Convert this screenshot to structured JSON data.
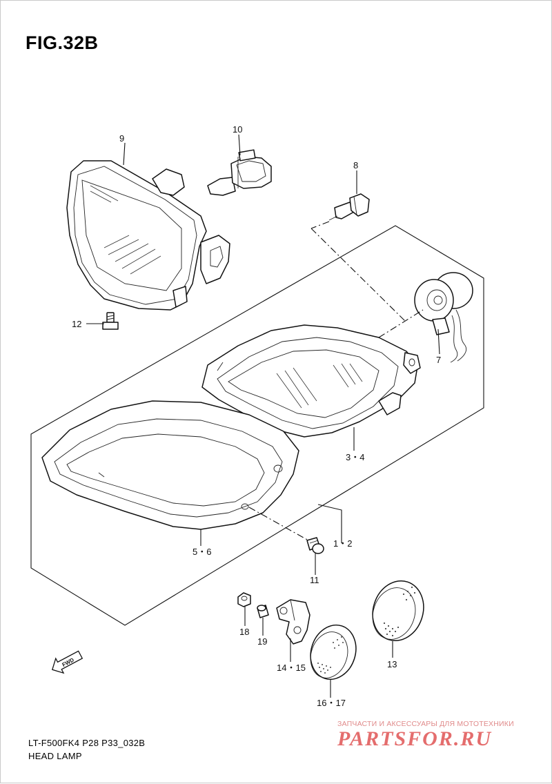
{
  "figure": {
    "title": "FIG.32B"
  },
  "callouts": [
    {
      "id": "9",
      "label": "9"
    },
    {
      "id": "10",
      "label": "10"
    },
    {
      "id": "8",
      "label": "8"
    },
    {
      "id": "12",
      "label": "12"
    },
    {
      "id": "7",
      "label": "7"
    },
    {
      "id": "3-4",
      "label": "3・4"
    },
    {
      "id": "5-6",
      "label": "5・6"
    },
    {
      "id": "1-2",
      "label": "1・2"
    },
    {
      "id": "11",
      "label": "11"
    },
    {
      "id": "18",
      "label": "18"
    },
    {
      "id": "19",
      "label": "19"
    },
    {
      "id": "14-15",
      "label": "14・15"
    },
    {
      "id": "13",
      "label": "13"
    },
    {
      "id": "16-17",
      "label": "16・17"
    }
  ],
  "direction_marker": {
    "label": "FWD",
    "icon": "fwd-arrow-icon"
  },
  "footer": {
    "model_code": "LT-F500FK4 P28 P33_032B",
    "section_name": "HEAD LAMP"
  },
  "watermark": {
    "tagline": "ЗАПЧАСТИ И АКСЕССУАРЫ ДЛЯ МОТОТЕХНИКИ",
    "logo": "PARTSFOR.RU"
  },
  "colors": {
    "line": "#111111",
    "background": "#ffffff",
    "watermark": "#e46d6d"
  }
}
